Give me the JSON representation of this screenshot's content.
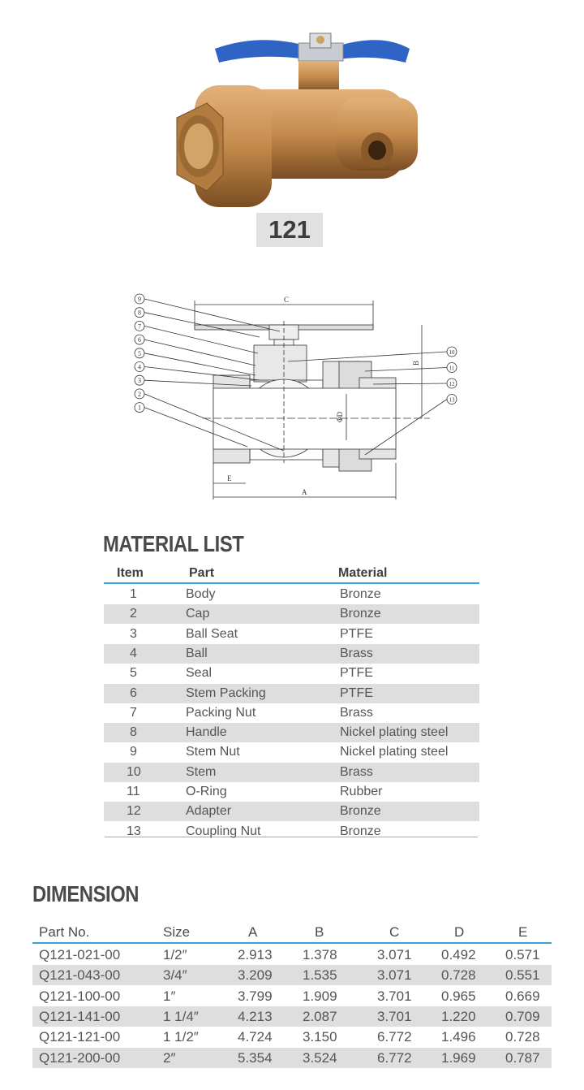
{
  "product": {
    "model": "121"
  },
  "diagram": {
    "callouts": [
      "9",
      "8",
      "7",
      "6",
      "5",
      "4",
      "3",
      "2",
      "1",
      "10",
      "11",
      "12",
      "13"
    ],
    "dimension_labels": {
      "a": "A",
      "b": "B",
      "c": "C",
      "d": "ΦD",
      "e": "E"
    }
  },
  "material_list": {
    "title": "MATERIAL LIST",
    "headers": {
      "item": "Item",
      "part": "Part",
      "material": "Material"
    },
    "rows": [
      {
        "item": "1",
        "part": "Body",
        "material": "Bronze"
      },
      {
        "item": "2",
        "part": "Cap",
        "material": "Bronze"
      },
      {
        "item": "3",
        "part": "Ball Seat",
        "material": "PTFE"
      },
      {
        "item": "4",
        "part": "Ball",
        "material": "Brass"
      },
      {
        "item": "5",
        "part": "Seal",
        "material": "PTFE"
      },
      {
        "item": "6",
        "part": "Stem Packing",
        "material": "PTFE"
      },
      {
        "item": "7",
        "part": "Packing Nut",
        "material": "Brass"
      },
      {
        "item": "8",
        "part": "Handle",
        "material": "Nickel plating steel"
      },
      {
        "item": "9",
        "part": "Stem Nut",
        "material": "Nickel plating steel"
      },
      {
        "item": "10",
        "part": "Stem",
        "material": "Brass"
      },
      {
        "item": "11",
        "part": "O-Ring",
        "material": "Rubber"
      },
      {
        "item": "12",
        "part": "Adapter",
        "material": "Bronze"
      },
      {
        "item": "13",
        "part": "Coupling Nut",
        "material": "Bronze"
      }
    ]
  },
  "dimension": {
    "title": "DIMENSION",
    "headers": {
      "part": "Part No.",
      "size": "Size",
      "a": "A",
      "b": "B",
      "c": "C",
      "d": "D",
      "e": "E"
    },
    "rows": [
      {
        "part": "Q121-021-00",
        "size": "1/2″",
        "a": "2.913",
        "b": "1.378",
        "c": "3.071",
        "d": "0.492",
        "e": "0.571"
      },
      {
        "part": "Q121-043-00",
        "size": "3/4″",
        "a": "3.209",
        "b": "1.535",
        "c": "3.071",
        "d": "0.728",
        "e": "0.551"
      },
      {
        "part": "Q121-100-00",
        "size": "1″",
        "a": "3.799",
        "b": "1.909",
        "c": "3.701",
        "d": "0.965",
        "e": "0.669"
      },
      {
        "part": "Q121-141-00",
        "size": "1  1/4″",
        "a": "4.213",
        "b": "2.087",
        "c": "3.701",
        "d": "1.220",
        "e": "0.709"
      },
      {
        "part": "Q121-121-00",
        "size": "1  1/2″",
        "a": "4.724",
        "b": "3.150",
        "c": "6.772",
        "d": "1.496",
        "e": "0.728"
      },
      {
        "part": "Q121-200-00",
        "size": "2″",
        "a": "5.354",
        "b": "3.524",
        "c": "6.772",
        "d": "1.969",
        "e": "0.787"
      }
    ]
  },
  "colors": {
    "accent_line": "#3aa0d8",
    "row_stripe": "#dedede",
    "bronze": "#c08a4a",
    "handle": "#2f64c4"
  }
}
